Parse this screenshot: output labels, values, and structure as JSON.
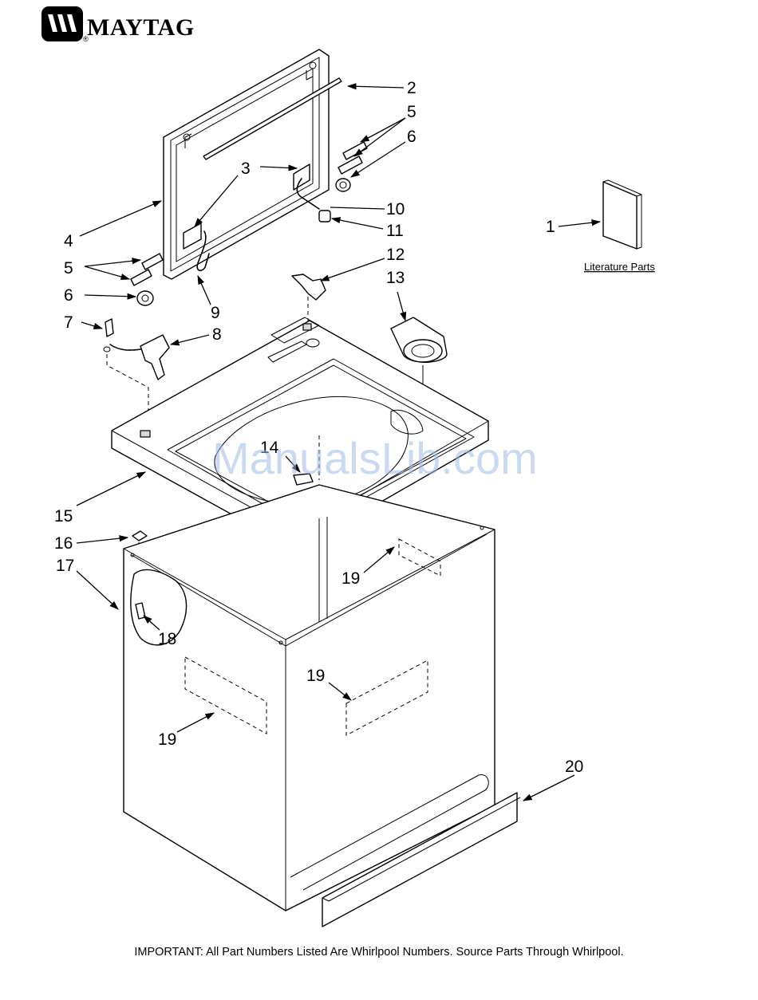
{
  "brand": {
    "name": "MAYTAG",
    "registered": "®"
  },
  "callouts": [
    {
      "id": "1",
      "label": "1"
    },
    {
      "id": "2",
      "label": "2"
    },
    {
      "id": "3",
      "label": "3"
    },
    {
      "id": "4",
      "label": "4"
    },
    {
      "id": "5a",
      "label": "5"
    },
    {
      "id": "5b",
      "label": "5"
    },
    {
      "id": "6a",
      "label": "6"
    },
    {
      "id": "6b",
      "label": "6"
    },
    {
      "id": "7",
      "label": "7"
    },
    {
      "id": "8",
      "label": "8"
    },
    {
      "id": "9",
      "label": "9"
    },
    {
      "id": "10",
      "label": "10"
    },
    {
      "id": "11",
      "label": "11"
    },
    {
      "id": "12",
      "label": "12"
    },
    {
      "id": "13",
      "label": "13"
    },
    {
      "id": "14",
      "label": "14"
    },
    {
      "id": "15",
      "label": "15"
    },
    {
      "id": "16",
      "label": "16"
    },
    {
      "id": "17",
      "label": "17"
    },
    {
      "id": "18",
      "label": "18"
    },
    {
      "id": "19a",
      "label": "19"
    },
    {
      "id": "19b",
      "label": "19"
    },
    {
      "id": "19c",
      "label": "19"
    },
    {
      "id": "20",
      "label": "20"
    }
  ],
  "literature_label": "Literature Parts",
  "watermark": "ManualsLib.com",
  "footer": "IMPORTANT: All Part Numbers Listed Are Whirlpool Numbers. Source Parts Through Whirlpool."
}
